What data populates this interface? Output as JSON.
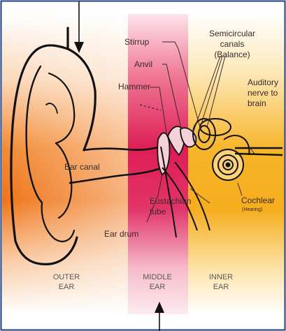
{
  "labels": {
    "stirrup": "Stirrup",
    "anvil": "Anvil",
    "hammer": "Hammer",
    "semicircular": [
      "Semicircular",
      "canals",
      "(Balance)"
    ],
    "auditory": [
      "Auditory",
      "nerve to",
      "brain"
    ],
    "ear_canal": "Ear canal",
    "eustachian": [
      "Eustachian",
      "tube"
    ],
    "cochlear": "Cochlear",
    "hearing": "(Hearing)",
    "ear_drum": "Ear drum"
  },
  "sections": {
    "outer": [
      "OUTER",
      "EAR"
    ],
    "middle": [
      "MIDDLE",
      "EAR"
    ],
    "inner": [
      "INNER",
      "EAR"
    ]
  },
  "colors": {
    "outer": "#f07d1e",
    "middle": "#e0245a",
    "inner": "#f6b322",
    "border": "#1f3f80",
    "line": "#111111"
  }
}
